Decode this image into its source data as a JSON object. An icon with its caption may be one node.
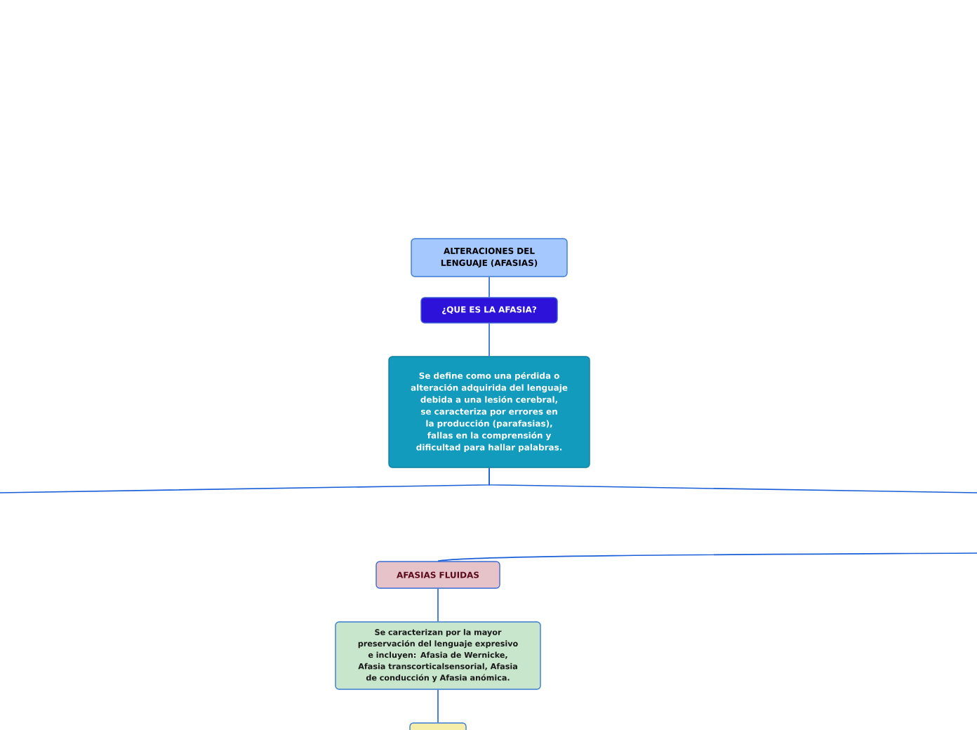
{
  "diagram": {
    "nodes": [
      {
        "text": [
          "ALTERACIONES DEL LENGUAJE (AFASIAS)"
        ]
      },
      {
        "text": [
          "¿QUE ES LA AFASIA?"
        ]
      },
      {
        "text": [
          "Se define como una pérdida o alteración adquirida del lenguaje debida a una lesión cerebral, se caracteriza por errores en la producción (parafasias), fallas en la comprensión y dificultad para hallar palabras."
        ]
      },
      {
        "text": [
          "AFASIAS FLUIDAS"
        ]
      },
      {
        "text": [
          "Se caracterizan por la mayor preservación del lenguaje expresivo e incluyen: Afasia de Wernicke, Afasia transcorticalsensorial, Afasia de conducción y Afasia anómica."
        ]
      },
      {
        "text": [],
        "shape": "box"
      }
    ],
    "edges": [
      {
        "from": 0,
        "to": 1,
        "arrow": "none"
      },
      {
        "from": 1,
        "to": 2,
        "arrow": "none"
      },
      {
        "from": 2,
        "to": null,
        "arrow": "none"
      },
      {
        "from": 2,
        "to": null,
        "arrow": "none"
      },
      {
        "from": null,
        "to": 3,
        "arrow": "none"
      },
      {
        "from": 3,
        "to": 4,
        "arrow": "none"
      },
      {
        "from": 4,
        "to": 5,
        "arrow": "none"
      }
    ]
  }
}
